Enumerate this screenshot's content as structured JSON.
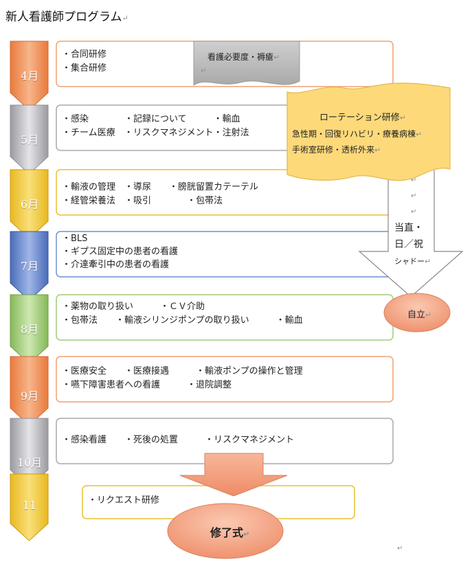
{
  "title": "新人看護師プログラム",
  "para_mark": "↵",
  "months": [
    {
      "label": "4月",
      "lines": [
        "・合同研修",
        "・集合研修"
      ]
    },
    {
      "label": "5月",
      "lines": [
        "・感染　　　　・記録について　　　・輸血",
        "・チーム医療　・リスクマネジメント・注射法"
      ]
    },
    {
      "label": "6月",
      "lines": [
        "・輸液の管理　・導尿　　・膀胱留置カテーテル",
        "・経管栄養法　・吸引　　　　・包帯法"
      ]
    },
    {
      "label": "7月",
      "lines": [
        "・BLS",
        "・ギプス固定中の患者の看護",
        "・介達牽引中の患者の看護"
      ]
    },
    {
      "label": "8月",
      "lines": [
        "・薬物の取り扱い　　　・ＣＶ介助",
        "・包帯法　　・輸液シリンジポンプの取り扱い　　　・輸血"
      ]
    },
    {
      "label": "9月",
      "lines": [
        "・医療安全　　・医療接遇　　　・輸液ポンプの操作と管理",
        "・嚥下障害患者への看護　　　・退院調整"
      ]
    },
    {
      "label": "10月",
      "lines": [
        "・感染看護　　・死後の処置　　　・リスクマネジメント"
      ]
    },
    {
      "label": "11",
      "lines": [
        "・リクエスト研修"
      ]
    }
  ],
  "tag": "看護必要度・褥瘡",
  "rotation": {
    "title": "ローテーション研修",
    "line1": "急性期・回復リハビリ・療養病棟",
    "line2": "手術室研修・透析外来"
  },
  "duty_arrow": {
    "line1": "当直・",
    "line2": "日／祝",
    "line3": "シャドー"
  },
  "independence": "自立",
  "graduation": "修了式",
  "colors": {
    "orange": "#f4a070",
    "silver": "#b8b8bc",
    "yellow": "#f2d04a",
    "blue": "#6f8fd0",
    "green": "#a8d080",
    "scroll_yellow": "#fdd97a",
    "oval": "#f4a98c",
    "tag_gray": "#c4c4c4"
  }
}
